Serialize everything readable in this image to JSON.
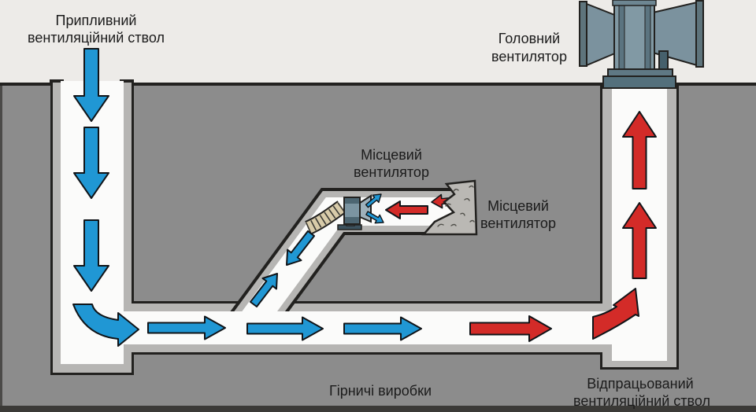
{
  "labels": {
    "intake_shaft": {
      "line1": "Припливний",
      "line2": "вентиляційний ствол"
    },
    "main_fan": {
      "line1": "Головний",
      "line2": "вентилятор"
    },
    "local_fan_top": {
      "line1": "Місцевий",
      "line2": "вентилятор"
    },
    "local_fan_right": {
      "line1": "Місцевий",
      "line2": "вентилятор"
    },
    "mine_workings": {
      "line1": "Гірничі виробки"
    },
    "exhaust_shaft": {
      "line1": "Відпрацьований",
      "line2": "вентиляційний ствол"
    }
  },
  "colors": {
    "sky": "#edebe8",
    "ground": "#8c8c8c",
    "tunnel_interior": "#fbfbfa",
    "tunnel_lining": "#b6b5b3",
    "outline": "#22211f",
    "fresh_air_arrow": "#2097d4",
    "exhaust_air_arrow": "#d32b28",
    "fan_body": "#7b929e",
    "flexible_duct": "#d8cba9",
    "rock_face": "#bab8b4",
    "label_text": "#1b1b1b"
  },
  "icons": {
    "main_fan": "axial-fan-with-diffusers",
    "local_fan": "auxiliary-fan-with-flexible-duct",
    "rock": "rock-face"
  }
}
